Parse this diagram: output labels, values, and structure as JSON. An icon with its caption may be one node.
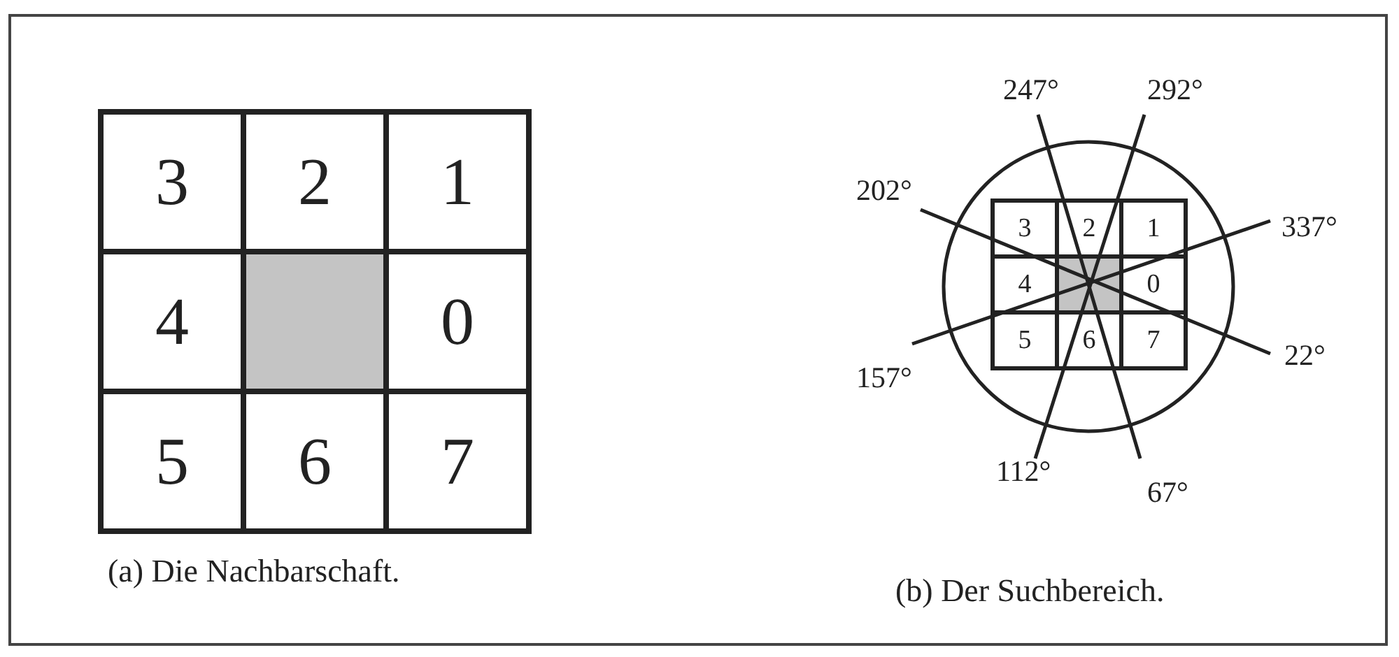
{
  "diagram": {
    "nodes": [
      {
        "text": [
          "3"
        ]
      },
      {
        "text": [
          "2"
        ]
      },
      {
        "text": [
          "1"
        ]
      },
      {
        "text": [
          "4"
        ]
      },
      {
        "text": [],
        "shape": "box"
      },
      {
        "text": [
          "0"
        ]
      },
      {
        "text": [
          "5"
        ]
      },
      {
        "text": [
          "6"
        ]
      },
      {
        "text": [
          "7"
        ]
      },
      {
        "text": [],
        "shape": "circle"
      },
      {
        "text": [
          "3"
        ],
        "in": 9
      },
      {
        "text": [
          "2"
        ],
        "in": 9
      },
      {
        "text": [
          "1"
        ],
        "in": 9
      },
      {
        "text": [
          "4"
        ],
        "in": 9
      },
      {
        "text": [],
        "shape": "box",
        "in": 9
      },
      {
        "text": [
          "0"
        ],
        "in": 9
      },
      {
        "text": [
          "5"
        ],
        "in": 9
      },
      {
        "text": [
          "6"
        ],
        "in": 9
      },
      {
        "text": [
          "7"
        ],
        "in": 9
      }
    ],
    "edges": [],
    "labels": [
      "247°",
      "292°",
      "202°",
      "337°",
      "157°",
      "22°",
      "112°",
      "67°",
      "(a) Die Nachbarschaft.",
      "(b) Der Suchbereich."
    ]
  }
}
